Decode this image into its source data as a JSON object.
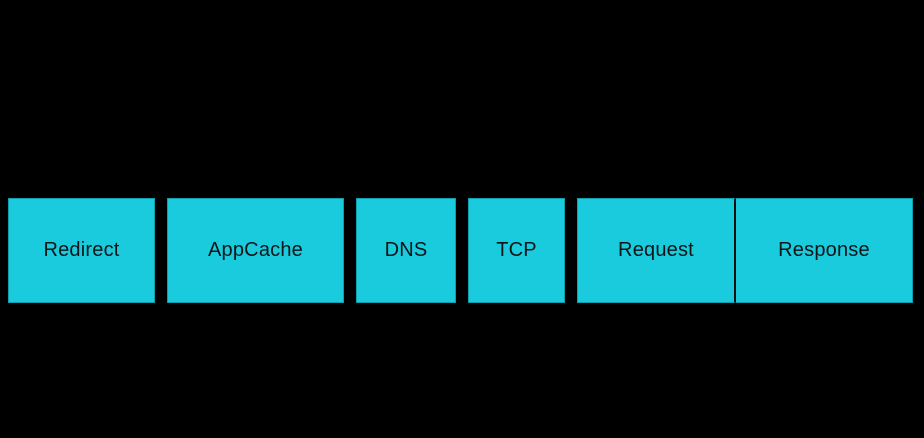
{
  "colors": {
    "bg": "#000000",
    "box_fill": "#19cbdd",
    "box_border": "#0e9fae",
    "label": "#101518",
    "divider": "#0b0f10"
  },
  "timeline": {
    "phases": [
      {
        "label": "Redirect"
      },
      {
        "label": "AppCache"
      },
      {
        "label": "DNS"
      },
      {
        "label": "TCP"
      },
      {
        "label": "Request"
      },
      {
        "label": "Response"
      }
    ]
  }
}
